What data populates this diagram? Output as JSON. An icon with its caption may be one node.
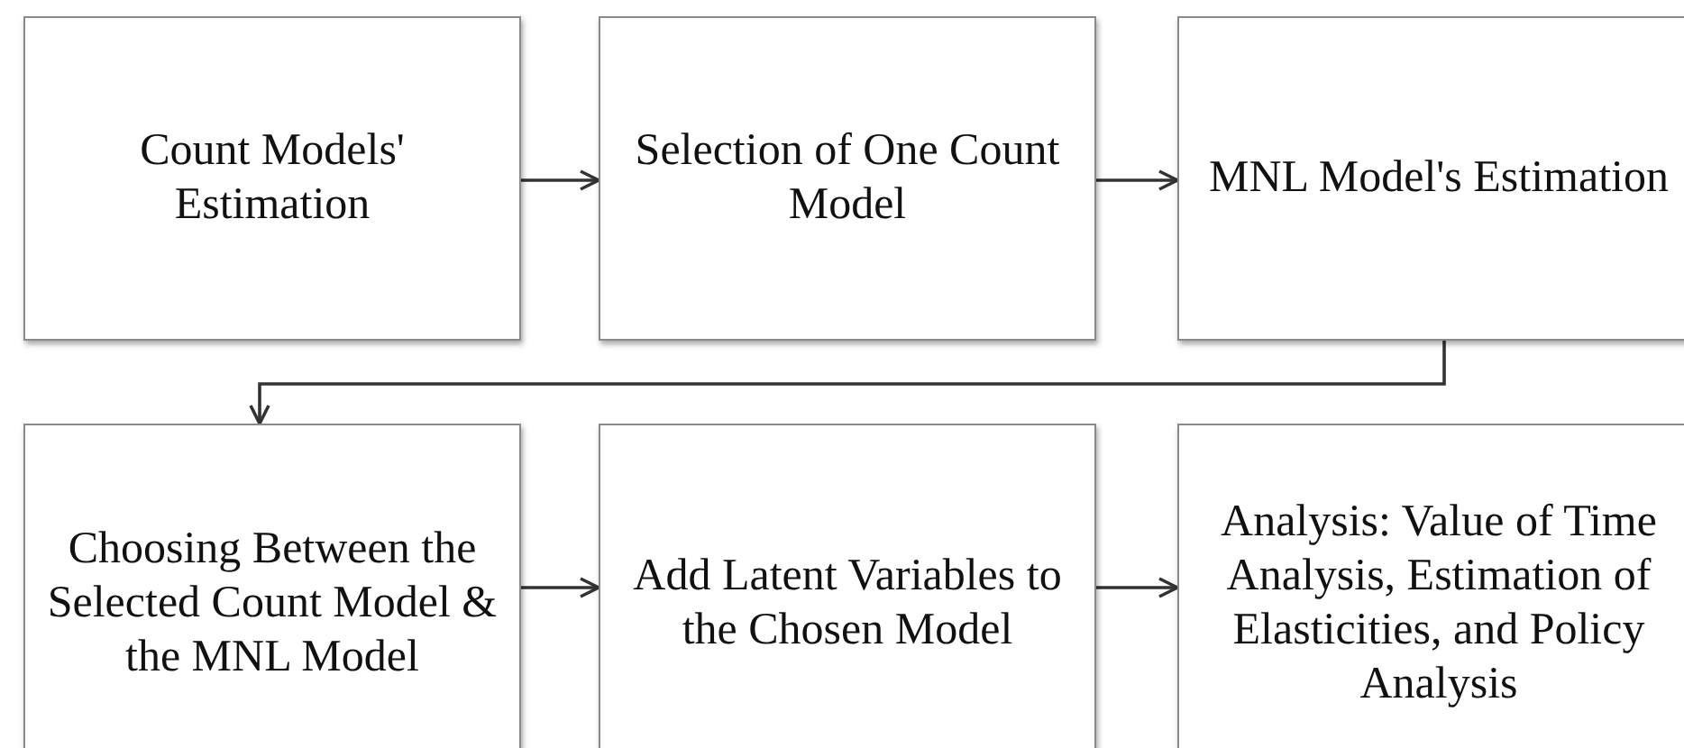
{
  "diagram": {
    "nodes": [
      {
        "text": [
          "Count Models' Estimation"
        ]
      },
      {
        "text": [
          "Selection of One Count Model"
        ]
      },
      {
        "text": [
          "MNL Model's Estimation"
        ]
      },
      {
        "text": [
          "Choosing Between the Selected Count Model & the MNL Model"
        ]
      },
      {
        "text": [
          "Add Latent Variables to the Chosen Model"
        ]
      },
      {
        "text": [
          "Analysis: Value of Time Analysis, Estimation of Elasticities, and Policy Analysis"
        ]
      }
    ],
    "edges": [
      {
        "from": 0,
        "to": 1,
        "arrow": "to"
      },
      {
        "from": 1,
        "to": 2,
        "arrow": "to"
      },
      {
        "from": 2,
        "to": 3,
        "arrow": "to"
      },
      {
        "from": 3,
        "to": 4,
        "arrow": "to"
      },
      {
        "from": 4,
        "to": 5,
        "arrow": "to"
      }
    ]
  }
}
